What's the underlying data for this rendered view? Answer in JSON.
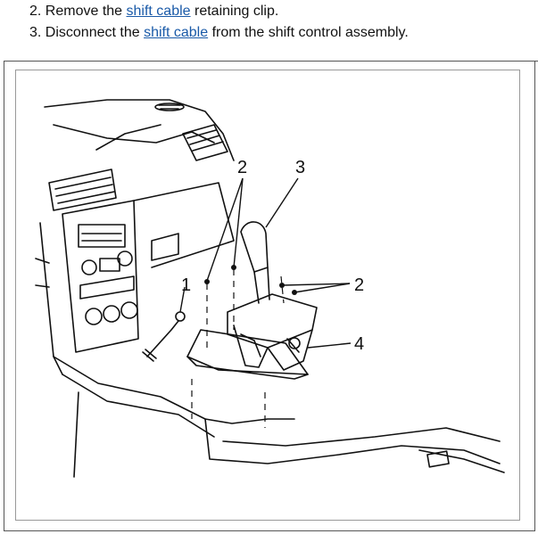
{
  "steps": [
    {
      "number": "2.",
      "prefix": "Remove the ",
      "link": "shift cable",
      "suffix": " retaining clip."
    },
    {
      "number": "3.",
      "prefix": "Disconnect the ",
      "link": "shift cable",
      "suffix": " from the shift control assembly."
    }
  ],
  "diagram": {
    "callouts": {
      "c1": "1",
      "c2_top": "2",
      "c2_right": "2",
      "c3": "3",
      "c4": "4"
    }
  }
}
